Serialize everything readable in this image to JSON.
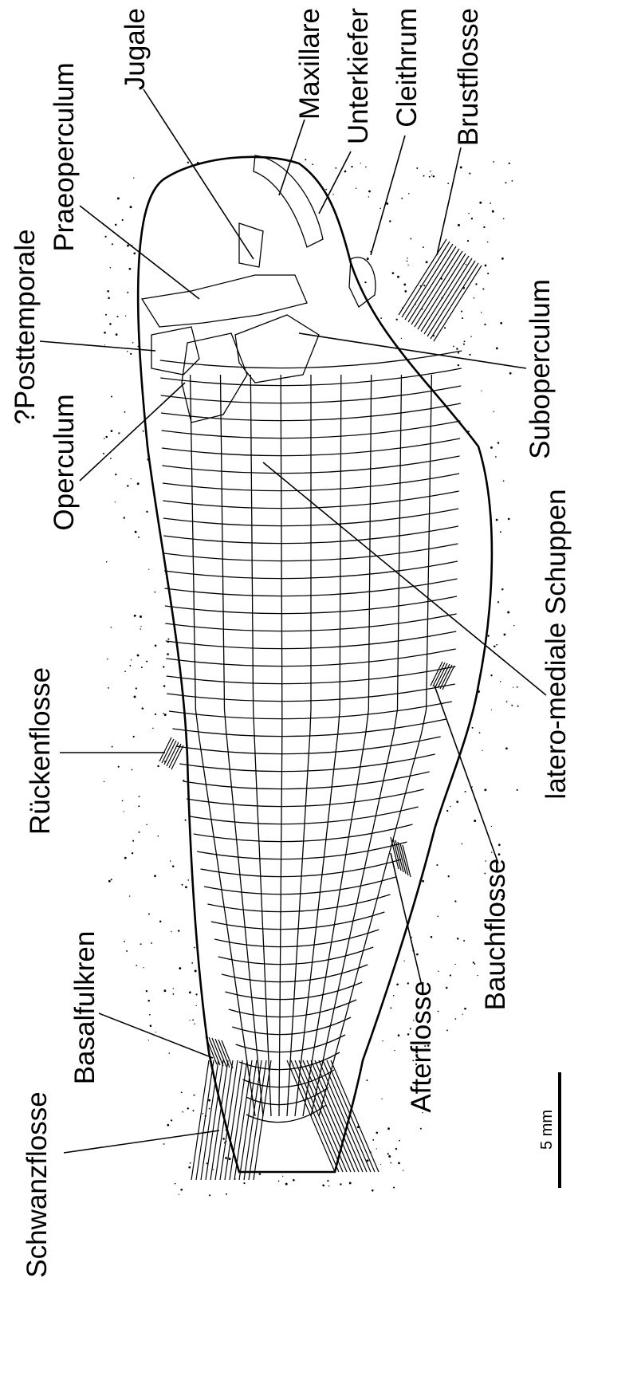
{
  "figure": {
    "labels": {
      "jugale": "Jugale",
      "maxillare": "Maxillare",
      "unterkiefer": "Unterkiefer",
      "cleithrum": "Cleithrum",
      "brustflosse": "Brustflosse",
      "praeoperculum": "Praeoperculum",
      "posttemporale": "?Posttemporale",
      "suboperculum": "Suboperculum",
      "operculum": "Operculum",
      "latero_mediale_schuppen": "latero-mediale Schuppen",
      "rueckenflosse": "Rückenflosse",
      "bauchflosse": "Bauchflosse",
      "afterflosse": "Afterflosse",
      "basalfulkren": "Basalfulkren",
      "schwanzflosse": "Schwanzflosse"
    },
    "scale_bar": {
      "label": "5 mm"
    }
  }
}
